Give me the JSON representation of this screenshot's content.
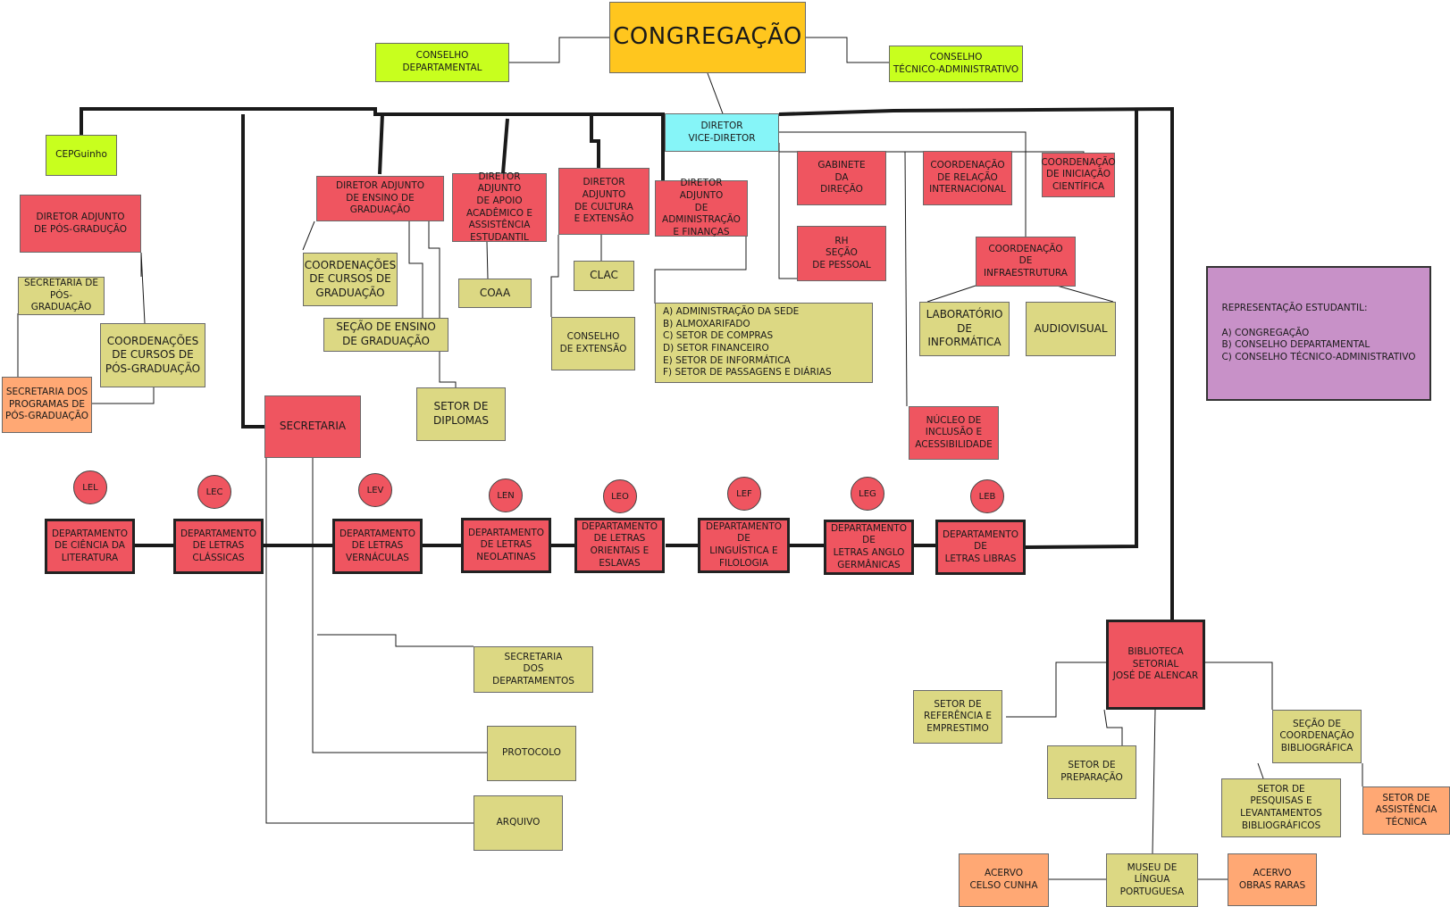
{
  "top": {
    "congregacao": "CONGREGAÇÃO",
    "conselho_departamental": "CONSELHO\nDEPARTAMENTAL",
    "conselho_tecnico": "CONSELHO\nTÉCNICO-ADMINISTRATIVO",
    "diretor": "DIRETOR\nVICE-DIRETOR"
  },
  "pos": {
    "cepguinho": "CEPGuinho",
    "diretor_adjunto": "DIRETOR ADJUNTO\nDE PÓS-GRADUÇÃO",
    "secretaria": "SECRETARIA DE\nPÓS-GRADUAÇÃO",
    "coordenacoes": "COORDENAÇÕES\nDE CURSOS DE\nPÓS-GRADUAÇÃO",
    "secretaria_programas": "SECRETARIA DOS\nPROGRAMAS DE\nPÓS-GRADUAÇÃO"
  },
  "grad": {
    "diretor_adjunto": "DIRETOR ADJUNTO\nDE ENSINO DE\nGRADUAÇÃO",
    "coordenacoes": "COORDENAÇÕES\nDE CURSOS DE\nGRADUAÇÃO",
    "secao_ensino": "SEÇÃO DE ENSINO\nDE GRADUAÇÃO",
    "setor_diplomas": "SETOR DE\nDIPLOMAS"
  },
  "apoio": {
    "diretor_adjunto": "DIRETOR ADJUNTO\nDE APOIO\nACADÊMICO E\nASSISTÊNCIA\nESTUDANTIL",
    "coaa": "COAA"
  },
  "cultura": {
    "diretor_adjunto": "DIRETOR ADJUNTO\nDE CULTURA\nE EXTENSÃO",
    "clac": "CLAC",
    "conselho_extensao": "CONSELHO\nDE EXTENSÃO"
  },
  "admin": {
    "diretor_adjunto": "DIRETOR ADJUNTO\nDE ADMINISTRAÇÃO\nE FINANÇAS",
    "lista": "A) ADMINISTRAÇÃO DA SEDE\nB) ALMOXARIFADO\nC) SETOR DE COMPRAS\nD) SETOR FINANCEIRO\nE) SETOR DE INFORMÁTICA\nF) SETOR DE PASSAGENS E DIÁRIAS"
  },
  "direcao": {
    "gabinete": "GABINETE\nDA\nDIREÇÃO",
    "rh": "RH\nSEÇÃO\nDE PESSOAL",
    "coord_relacao": "COORDENAÇÃO\nDE RELAÇÃO\nINTERNACIONAL",
    "coord_iniciacao": "COORDENAÇÃO\nDE INICIAÇÃO\nCIENTÍFICA",
    "coord_infra": "COORDENAÇÃO\nDE\nINFRAESTRUTURA",
    "laboratorio": "LABORATÓRIO\nDE\nINFORMÁTICA",
    "audiovisual": "AUDIOVISUAL",
    "nucleo": "NÚCLEO DE\nINCLUSÃO E\nACESSIBILIDADE"
  },
  "representacao": "REPRESENTAÇÃO ESTUDANTIL:\n\nA) CONGREGAÇÃO\nB) CONSELHO DEPARTAMENTAL\nC) CONSELHO TÉCNICO-ADMINISTRATIVO",
  "secretaria": {
    "main": "SECRETARIA",
    "departamentos": "SECRETARIA\nDOS\nDEPARTAMENTOS",
    "protocolo": "PROTOCOLO",
    "arquivo": "ARQUIVO"
  },
  "departamentos": [
    {
      "sigla": "LEL",
      "nome": "DEPARTAMENTO\nDE CIÊNCIA DA\nLITERATURA"
    },
    {
      "sigla": "LEC",
      "nome": "DEPARTAMENTO\nDE LETRAS\nCLÁSSICAS"
    },
    {
      "sigla": "LEV",
      "nome": "DEPARTAMENTO\nDE LETRAS\nVERNÁCULAS"
    },
    {
      "sigla": "LEN",
      "nome": "DEPARTAMENTO\nDE LETRAS\nNEOLATINAS"
    },
    {
      "sigla": "LEO",
      "nome": "DEPARTAMENTO\nDE LETRAS\nORIENTAIS E\nESLAVAS"
    },
    {
      "sigla": "LEF",
      "nome": "DEPARTAMENTO DE\nLINGUÍSTICA E\nFILOLOGIA"
    },
    {
      "sigla": "LEG",
      "nome": "DEPARTAMENTO DE\nLETRAS ANGLO\nGERMÂNICAS"
    },
    {
      "sigla": "LEB",
      "nome": "DEPARTAMENTO DE\nLETRAS LIBRAS"
    }
  ],
  "biblioteca": {
    "main": "BIBLIOTECA\nSETORIAL\nJOSÉ DE ALENCAR",
    "referencia": "SETOR DE\nREFERÊNCIA E\nEMPRESTIMO",
    "preparacao": "SETOR DE\nPREPARAÇÃO",
    "coordenacao": "SEÇÃO DE\nCOORDENAÇÃO\nBIBLIOGRÁFICA",
    "pesquisas": "SETOR DE\nPESQUISAS E\nLEVANTAMENTOS\nBIBLIOGRÁFICOS",
    "assistencia": "SETOR DE\nASSISTÊNCIA\nTÉCNICA",
    "museu": "MUSEU DE\nLÍNGUA\nPORTUGUESA",
    "celso": "ACERVO\nCELSO CUNHA",
    "obras": "ACERVO\nOBRAS RARAS"
  }
}
